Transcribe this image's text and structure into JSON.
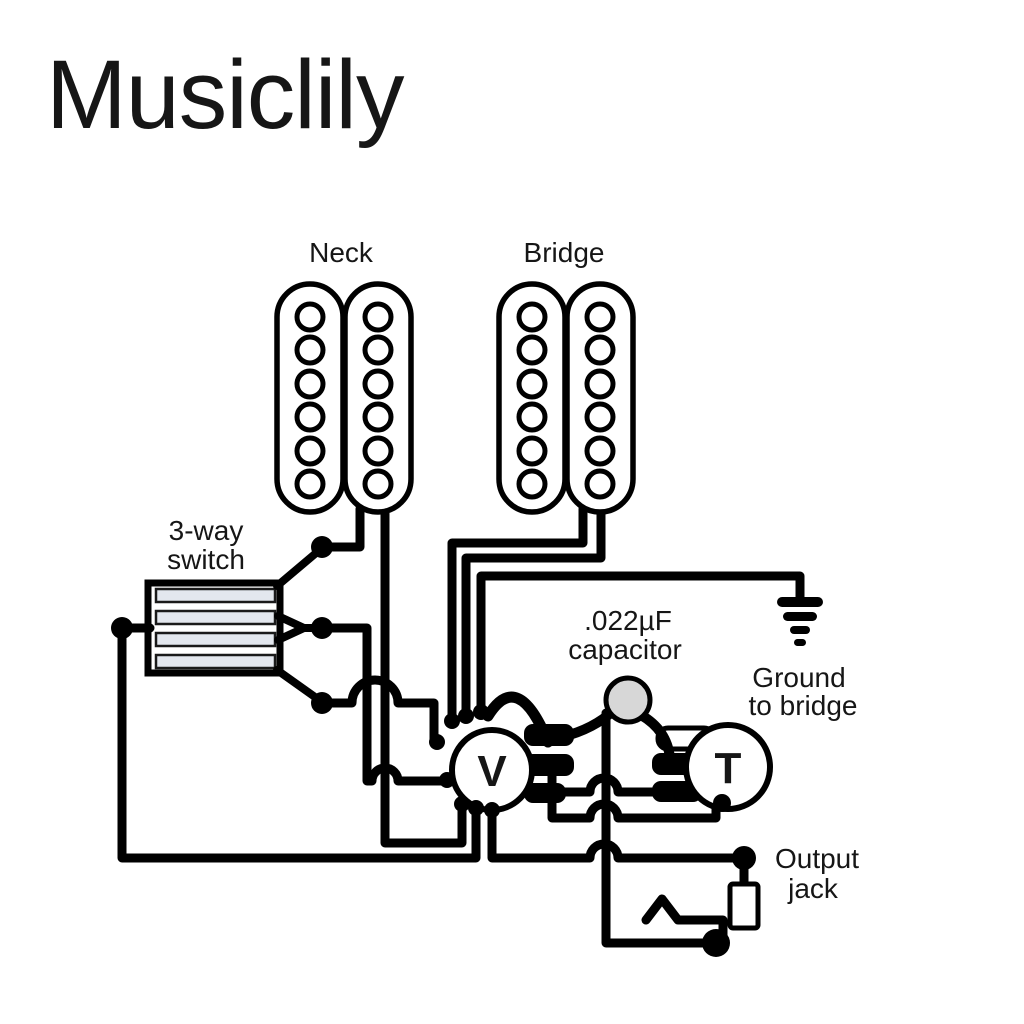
{
  "title": "Musiclily",
  "labels": {
    "neck": "Neck",
    "bridge": "Bridge",
    "switch_line1": "3-way",
    "switch_line2": "switch",
    "cap_line1": ".022µF",
    "cap_line2": "capacitor",
    "ground_line1": "Ground",
    "ground_line2": "to bridge",
    "output_line1": "Output",
    "output_line2": "jack",
    "volume": "V",
    "tone": "T"
  },
  "colors": {
    "wire": "#000000",
    "text": "#161616",
    "switch_blade": "#e3e7ee",
    "capacitor_fill": "#d7d7d7",
    "background": "#ffffff"
  }
}
